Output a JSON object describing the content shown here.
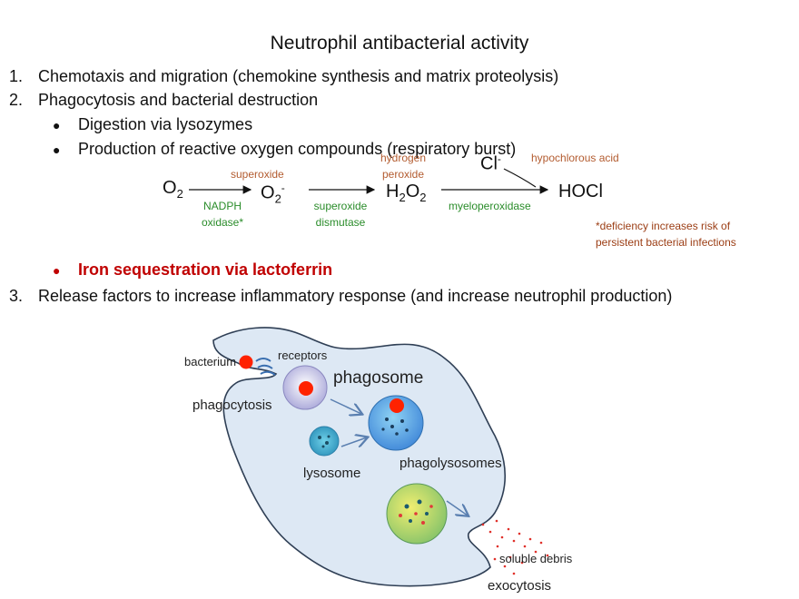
{
  "title": "Neutrophil antibacterial activity",
  "list": {
    "item1": {
      "num": "1.",
      "text": "Chemotaxis and migration (chemokine synthesis and matrix proteolysis)"
    },
    "item2": {
      "num": "2.",
      "text": "Phagocytosis and bacterial destruction"
    },
    "bullets": [
      "Digestion via lysozymes",
      "Production of reactive oxygen compounds (respiratory burst)",
      "Iron sequestration via lactoferrin"
    ],
    "item3": {
      "num": "3.",
      "text": "Release factors to increase inflammatory response (and increase neutrophil production)"
    }
  },
  "reaction": {
    "o2": "O",
    "o2_sub": "2",
    "superoxide_label": "superoxide",
    "o2minus": "O",
    "o2minus_sub": "2",
    "o2minus_sup": "-",
    "h2o2_a": "H",
    "h2o2_sub1": "2",
    "h2o2_b": "O",
    "h2o2_sub2": "2",
    "hydrogen_peroxide_1": "hydrogen",
    "hydrogen_peroxide_2": "peroxide",
    "cl": "Cl",
    "cl_sup": "-",
    "hypochlorous_label": "hypochlorous acid",
    "hocl": "HOCl",
    "enzyme1_line1": "NADPH",
    "enzyme1_line2": "oxidase*",
    "enzyme2_line1": "superoxide",
    "enzyme2_line2": "dismutase",
    "enzyme3": "myeloperoxidase",
    "footnote_line1": "*deficiency increases risk of",
    "footnote_line2": "persistent bacterial infections"
  },
  "cell_labels": {
    "bacterium": "bacterium",
    "receptors": "receptors",
    "phagosome": "phagosome",
    "phagocytosis": "phagocytosis",
    "lysosome": "lysosome",
    "phagolysosomes": "phagolysosomes",
    "soluble_debris": "soluble debris",
    "exocytosis": "exocytosis"
  },
  "colors": {
    "red_text": "#c00000",
    "enzyme_green": "#2a8c2a",
    "product_brown": "#b35c30",
    "footnote_brown": "#9b3d14",
    "cell_fill": "#dde8f4",
    "bacterium_red": "#ff2200"
  }
}
